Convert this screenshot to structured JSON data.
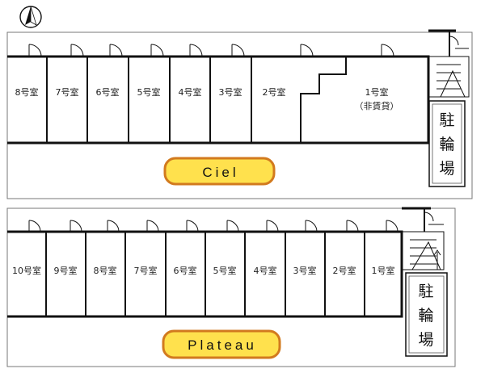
{
  "compass": {
    "icon": "north-arrow-icon"
  },
  "buildings": [
    {
      "name": "Ciel",
      "rooms": [
        {
          "label": "8号室",
          "sub": ""
        },
        {
          "label": "7号室",
          "sub": ""
        },
        {
          "label": "6号室",
          "sub": ""
        },
        {
          "label": "5号室",
          "sub": ""
        },
        {
          "label": "4号室",
          "sub": ""
        },
        {
          "label": "3号室",
          "sub": ""
        },
        {
          "label": "2号室",
          "sub": ""
        },
        {
          "label": "1号室",
          "sub": "（非賃貸）"
        }
      ],
      "bike_parking": [
        "駐",
        "輪",
        "場"
      ]
    },
    {
      "name": "Plateau",
      "rooms": [
        {
          "label": "10号室",
          "sub": ""
        },
        {
          "label": "9号室",
          "sub": ""
        },
        {
          "label": "8号室",
          "sub": ""
        },
        {
          "label": "7号室",
          "sub": ""
        },
        {
          "label": "6号室",
          "sub": ""
        },
        {
          "label": "5号室",
          "sub": ""
        },
        {
          "label": "4号室",
          "sub": ""
        },
        {
          "label": "3号室",
          "sub": ""
        },
        {
          "label": "2号室",
          "sub": ""
        },
        {
          "label": "1号室",
          "sub": ""
        }
      ],
      "bike_parking": [
        "駐",
        "輪",
        "場"
      ]
    }
  ],
  "colors": {
    "badge_fill": "#ffe14d",
    "badge_stroke": "#d27a1e",
    "wall": "#111111",
    "lot_border": "#777777"
  }
}
